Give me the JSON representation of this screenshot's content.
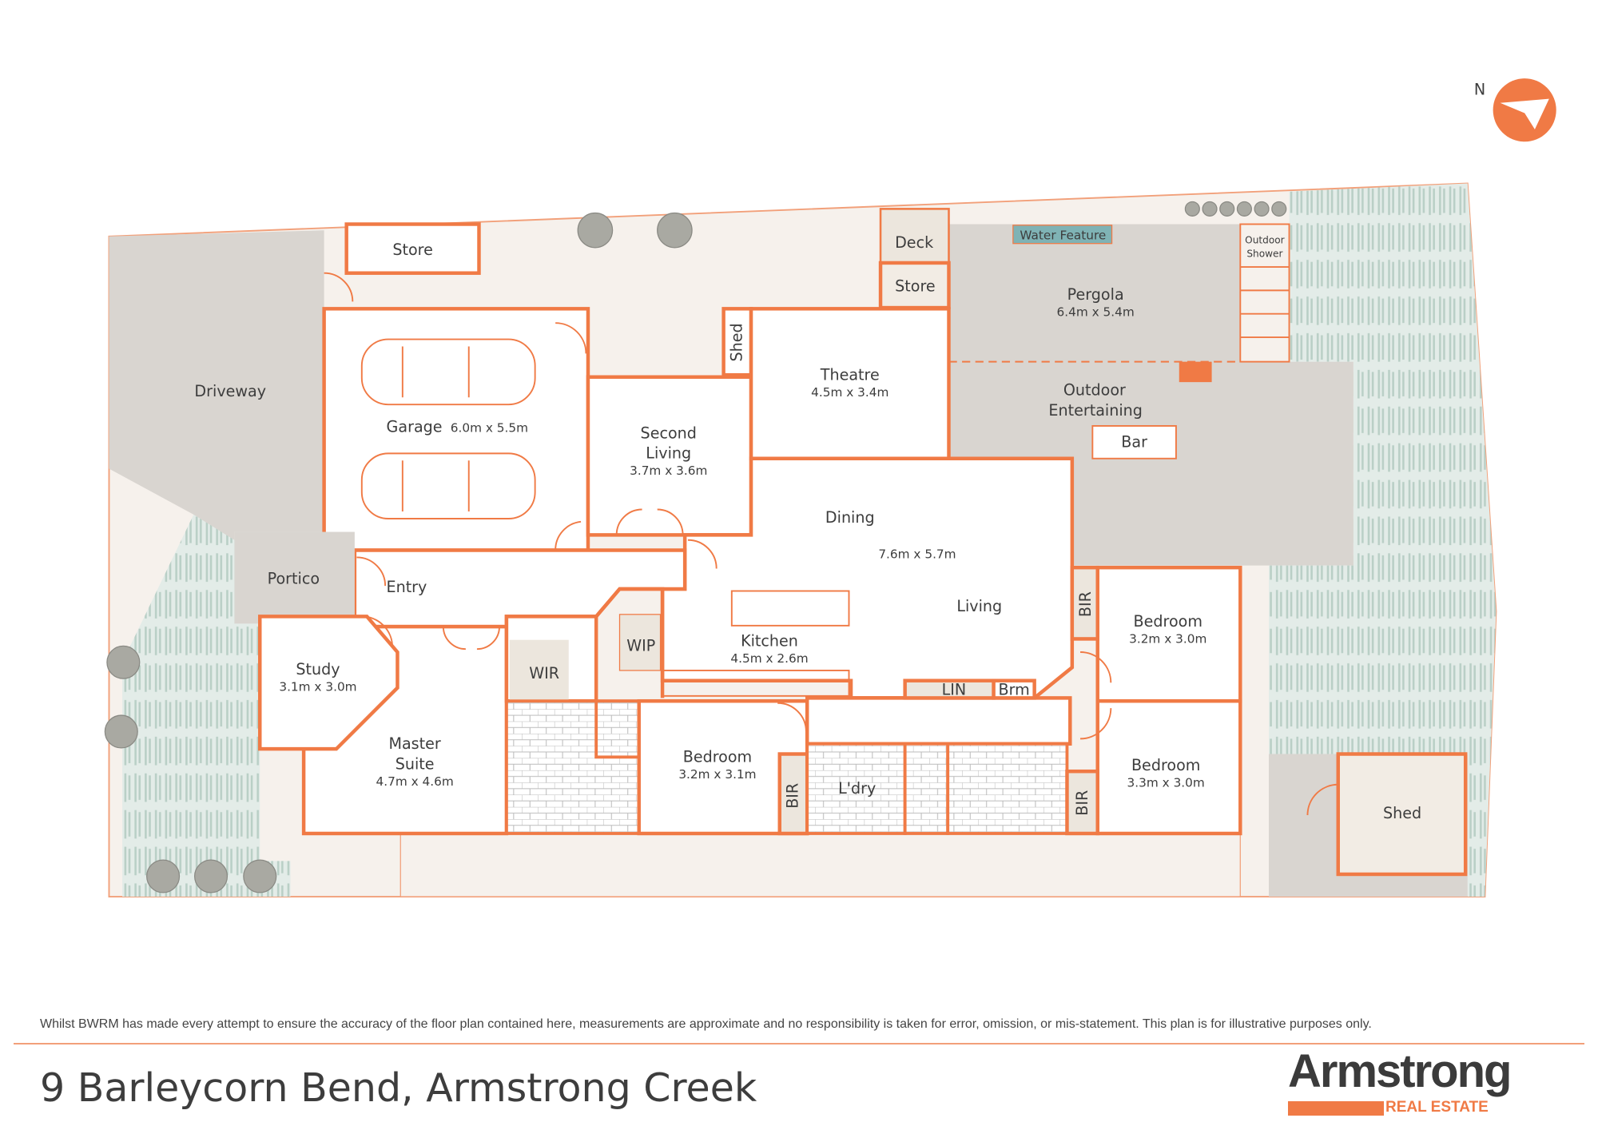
{
  "north_label": "N",
  "colors": {
    "accent": "#f07a45",
    "text": "#3d3d3d",
    "water": "#7fb3b5",
    "lawn": "#dfe9e4",
    "paving": "#d9d5d0"
  },
  "rooms": {
    "store_top": "Store",
    "driveway": "Driveway",
    "garage": "Garage",
    "garage_dim": "6.0m x 5.5m",
    "shed_small": "Shed",
    "second_living_1": "Second",
    "second_living_2": "Living",
    "second_living_dim": "3.7m x 3.6m",
    "theatre": "Theatre",
    "theatre_dim": "4.5m x 3.4m",
    "deck": "Deck",
    "store_deck": "Store",
    "water_feature": "Water Feature",
    "outdoor_shower_1": "Outdoor",
    "outdoor_shower_2": "Shower",
    "pergola": "Pergola",
    "pergola_dim": "6.4m x 5.4m",
    "outdoor_ent_1": "Outdoor",
    "outdoor_ent_2": "Entertaining",
    "bar": "Bar",
    "dining": "Dining",
    "dining_dim": "7.6m x 5.7m",
    "living": "Living",
    "kitchen": "Kitchen",
    "kitchen_dim": "4.5m x 2.6m",
    "wip": "WIP",
    "portico": "Portico",
    "entry": "Entry",
    "study": "Study",
    "study_dim": "3.1m x 3.0m",
    "wir": "WIR",
    "master_1": "Master",
    "master_2": "Suite",
    "master_dim": "4.7m x 4.6m",
    "bedroom2": "Bedroom",
    "bedroom2_dim": "3.2m x 3.1m",
    "bir2": "BIR",
    "laundry": "L'dry",
    "lin": "LIN",
    "brm": "Brm",
    "bedroom3": "Bedroom",
    "bedroom3_dim": "3.2m x 3.0m",
    "bir3": "BIR",
    "bedroom4": "Bedroom",
    "bedroom4_dim": "3.3m x 3.0m",
    "bir4": "BIR",
    "shed_right": "Shed"
  },
  "footer": {
    "disclaimer": "Whilst BWRM  has made every attempt to ensure the accuracy of the floor plan contained here, measurements are approximate and no responsibility is taken for error, omission, or mis-statement. This plan is for illustrative purposes only.",
    "address": "9 Barleycorn Bend, Armstrong Creek",
    "logo_word": "Armstrong",
    "logo_sub": "REAL ESTATE"
  }
}
